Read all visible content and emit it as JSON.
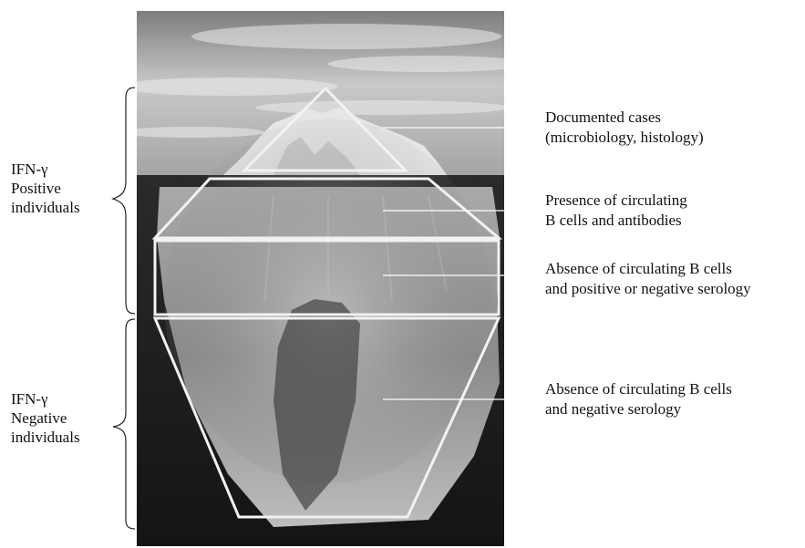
{
  "groups": [
    {
      "lines": [
        "IFN-γ",
        "Positive",
        "individuals"
      ]
    },
    {
      "lines": [
        "IFN-γ",
        "Negative",
        "individuals"
      ]
    }
  ],
  "layers": [
    {
      "lines": [
        "Documented cases",
        "(microbiology, histology)"
      ]
    },
    {
      "lines": [
        "Presence of circulating",
        "B cells and antibodies"
      ]
    },
    {
      "lines": [
        "Absence of circulating B cells",
        "and positive or negative serology"
      ]
    },
    {
      "lines": [
        "Absence of circulating B cells",
        "and negative serology"
      ]
    }
  ],
  "colors": {
    "outline": "#f2f2f2",
    "sky_light": "#d9d9d9",
    "sky_dark": "#8a8a8a",
    "water": "#1e1e1e",
    "ice": "#9b9b9b"
  },
  "icons": [
    "iceberg-photo",
    "curly-brace"
  ]
}
